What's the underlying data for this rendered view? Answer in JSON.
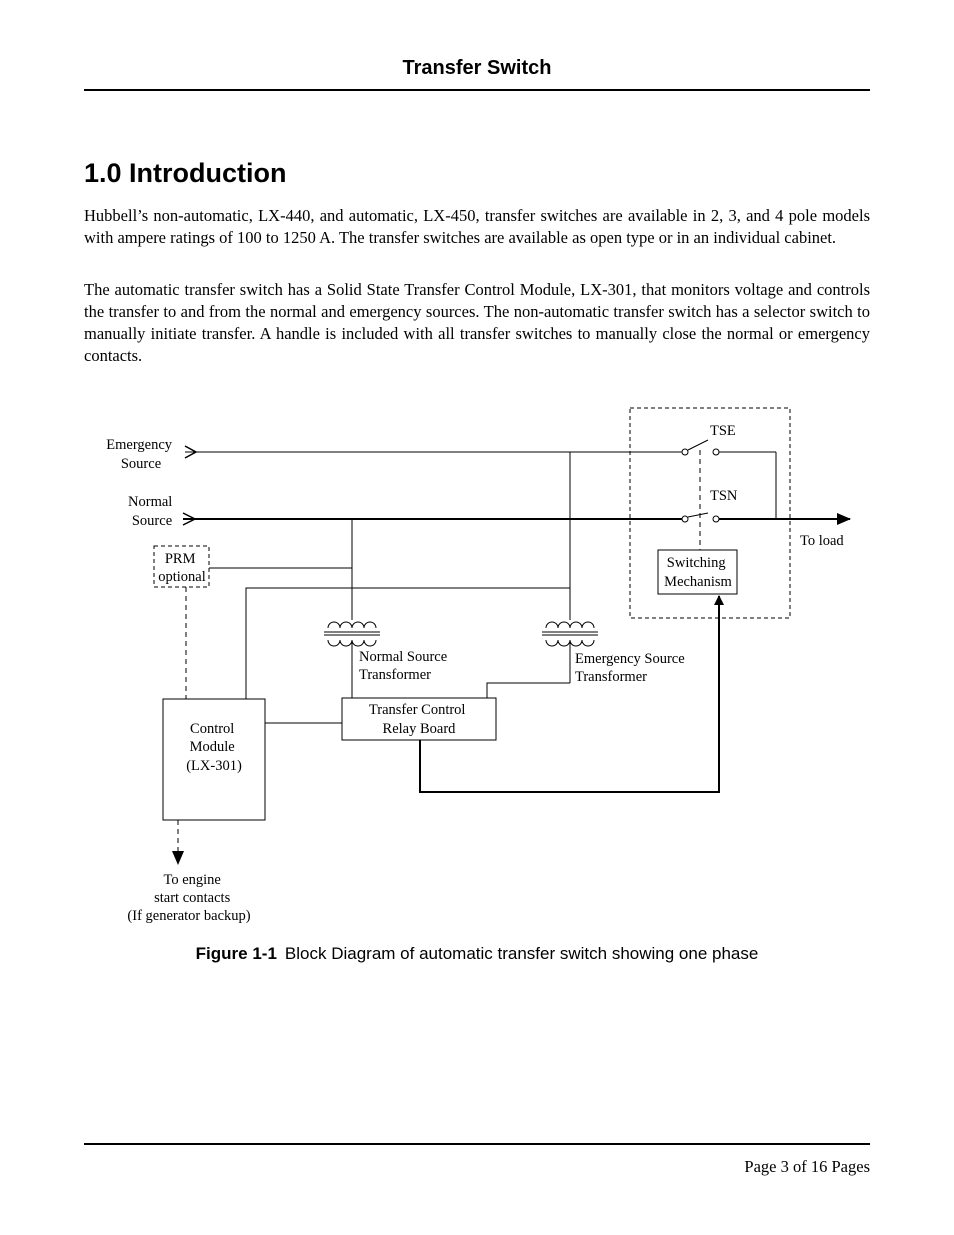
{
  "header": {
    "title": "Transfer Switch"
  },
  "section": {
    "heading": "1.0  Introduction",
    "paragraphs": [
      "Hubbell’s non-automatic, LX-440, and automatic, LX-450, transfer switches are available in 2, 3, and 4 pole models with ampere ratings of 100 to 1250 A.  The transfer switches are available as open type or in an individual cabinet.",
      "The automatic transfer switch has a Solid State Transfer Control Module, LX-301, that monitors voltage and controls the transfer to and from the normal and emergency sources.  The non-automatic transfer switch has a selector switch to manually initiate transfer.  A handle is included with all transfer switches to manually close the normal or emergency contacts."
    ]
  },
  "diagram": {
    "emergency_source": [
      "Emergency",
      "Source"
    ],
    "normal_source": [
      "Normal",
      "Source"
    ],
    "prm": [
      "PRM",
      "optional"
    ],
    "tse": "TSE",
    "tsn": "TSN",
    "to_load": "To load",
    "switching_mechanism": [
      "Switching",
      "Mechanism"
    ],
    "normal_transformer": [
      "Normal Source",
      "Transformer"
    ],
    "emergency_transformer": [
      "Emergency Source",
      "Transformer"
    ],
    "relay_board": [
      "Transfer Control",
      "Relay Board"
    ],
    "control_module": [
      "Control",
      "Module",
      "(LX-301)"
    ],
    "engine_contacts": [
      "To engine",
      "start contacts",
      "(If generator backup)"
    ]
  },
  "figure": {
    "number": "Figure 1-1",
    "caption": "Block Diagram of automatic transfer switch showing one phase"
  },
  "footer": {
    "page": "Page 3 of 16 Pages"
  }
}
